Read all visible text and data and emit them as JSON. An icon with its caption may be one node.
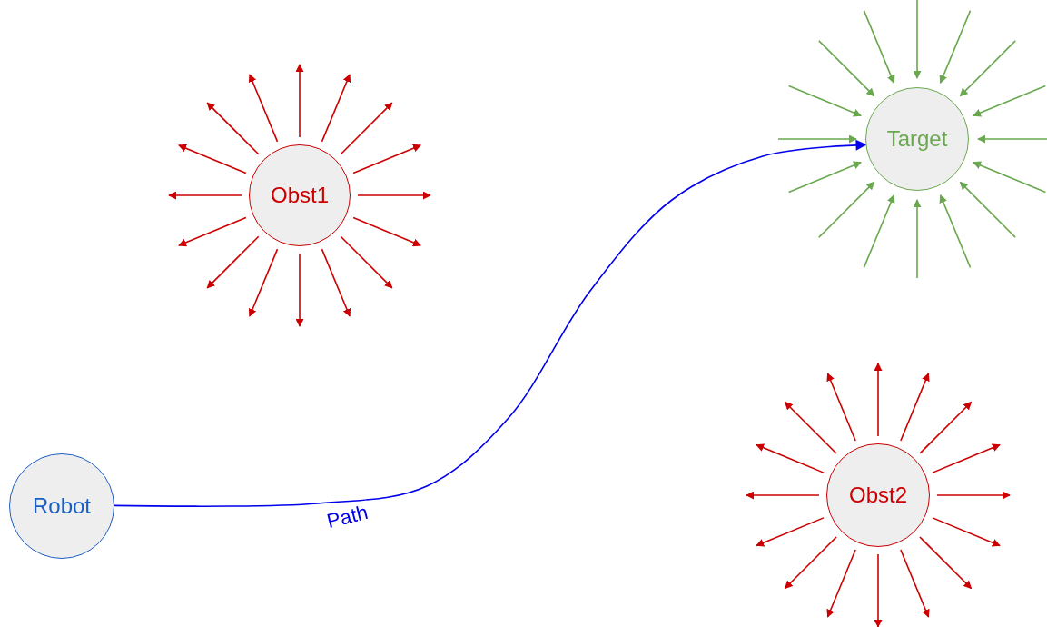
{
  "diagram": {
    "nodes": [
      {
        "text": [
          "Obst1"
        ]
      },
      {
        "text": [
          "Target"
        ]
      },
      {
        "text": [
          "Robot"
        ]
      },
      {
        "text": [
          "Obst2"
        ]
      }
    ],
    "edges": [
      {
        "from": 2,
        "to": 1,
        "arrow": "to",
        "label": "Path"
      }
    ]
  }
}
